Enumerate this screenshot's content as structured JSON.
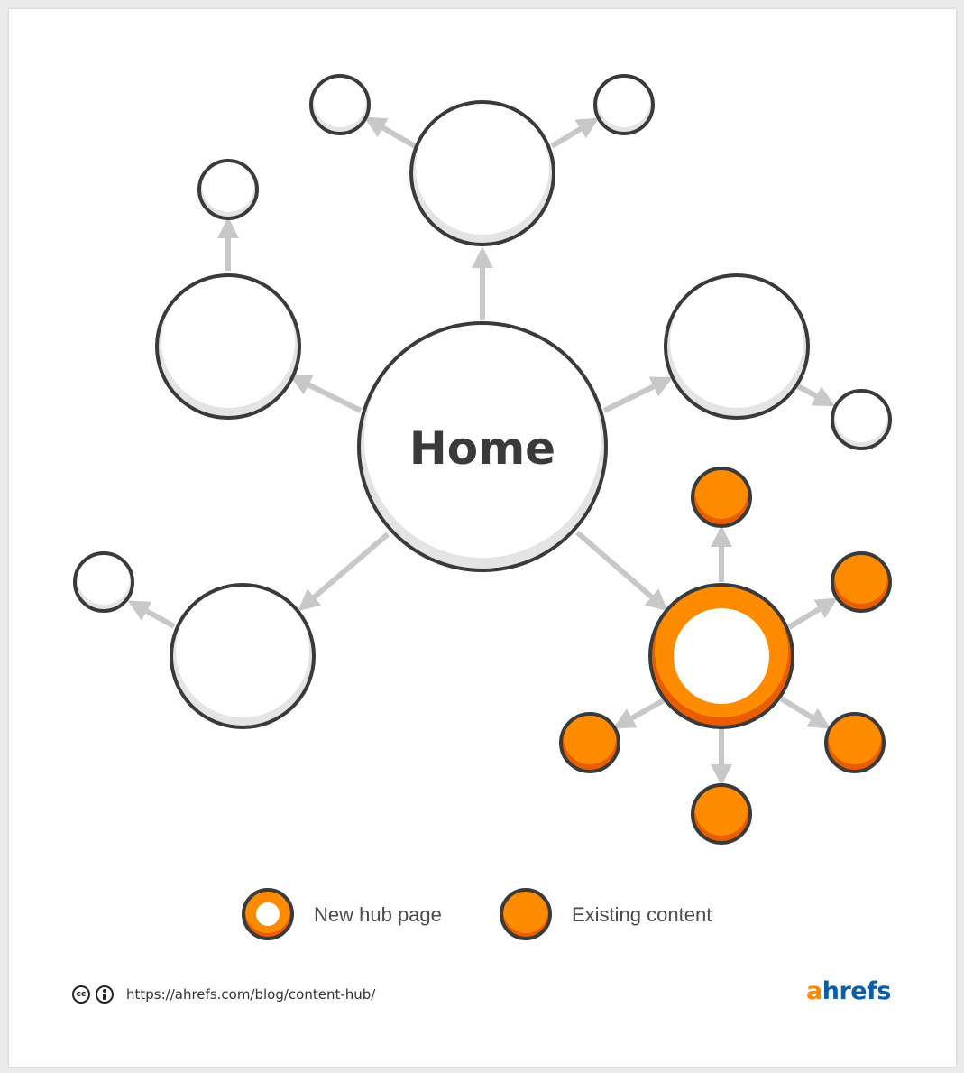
{
  "diagram": {
    "center_label": "Home",
    "colors": {
      "outline": "#3a3a3a",
      "arrow": "#c8c8c8",
      "node_fill": "#ffffff",
      "node_shade": "#e4e4e4",
      "orange": "#ff8c00",
      "orange_shade": "#e85d00"
    }
  },
  "legend": {
    "hub_label": "New hub page",
    "existing_label": "Existing content"
  },
  "footer": {
    "license_icons": [
      "cc-icon",
      "attribution-icon"
    ],
    "cc_text": "cc",
    "url": "https://ahrefs.com/blog/content-hub/",
    "brand_a": "a",
    "brand_rest": "hrefs"
  }
}
